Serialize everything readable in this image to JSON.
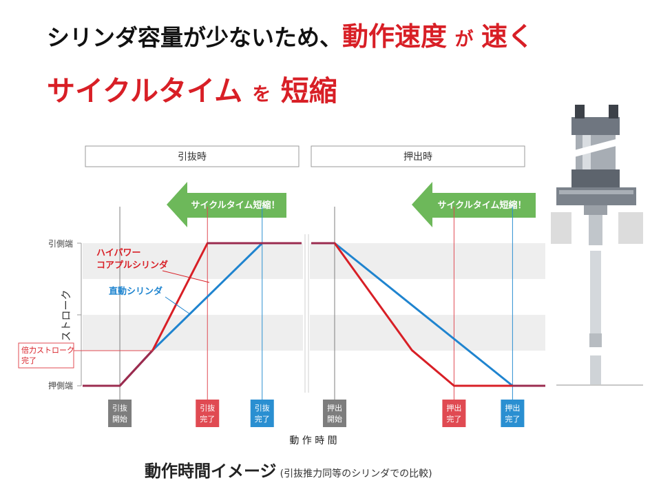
{
  "headline": {
    "line1_a": "シリンダ容量が少ないため、",
    "line1_b": "動作速度",
    "line1_c": "が",
    "line1_d": "速く",
    "line2_a": "サイクルタイム",
    "line2_b": "を",
    "line2_c": "短縮"
  },
  "panels": {
    "left": "引抜時",
    "right": "押出時"
  },
  "arrow_label": "サイクルタイム短縮！",
  "axis": {
    "y_top": "引側端",
    "y_bottom": "押側端",
    "y_title": "ストローク",
    "x_title": "動 作 時 間"
  },
  "legend": {
    "red_1": "ハイパワー",
    "red_2": "コアプルシリンダ",
    "blue": "直動シリンダ",
    "double_1": "倍力ストローク",
    "double_2": "完了"
  },
  "markers": [
    {
      "l1": "引抜",
      "l2": "開始",
      "color": "#7d7d7d"
    },
    {
      "l1": "引抜",
      "l2": "完了",
      "color": "#e04a52"
    },
    {
      "l1": "引抜",
      "l2": "完了",
      "color": "#2a8fd1"
    },
    {
      "l1": "押出",
      "l2": "開始",
      "color": "#7d7d7d"
    },
    {
      "l1": "押出",
      "l2": "完了",
      "color": "#e04a52"
    },
    {
      "l1": "押出",
      "l2": "完了",
      "color": "#2a8fd1"
    }
  ],
  "caption": {
    "main": "動作時間イメージ",
    "note": "(引抜推力同等のシリンダでの比較)"
  },
  "colors": {
    "red": "#d81f26",
    "blue": "#1f84cf",
    "green": "#6db85a",
    "grey": "#7d7d7d"
  },
  "chart_data": {
    "type": "line",
    "xlabel": "動 作 時 間",
    "ylabel": "ストローク",
    "y_ticks": [
      "押側端",
      "引側端"
    ],
    "ylim": [
      0,
      1
    ],
    "panels": [
      {
        "name": "引抜時",
        "series": [
          {
            "name": "ハイパワーコアプルシリンダ",
            "points": [
              [
                0.0,
                0
              ],
              [
                0.17,
                0
              ],
              [
                0.32,
                0.25
              ],
              [
                0.57,
                1
              ],
              [
                1.0,
                1
              ]
            ]
          },
          {
            "name": "直動シリンダ",
            "points": [
              [
                0.0,
                0
              ],
              [
                0.17,
                0
              ],
              [
                0.32,
                0.25
              ],
              [
                0.82,
                1
              ],
              [
                1.0,
                1
              ]
            ]
          }
        ],
        "marker_x": [
          0.17,
          0.57,
          0.82
        ]
      },
      {
        "name": "押出時",
        "series": [
          {
            "name": "ハイパワーコアプルシリンダ",
            "points": [
              [
                0.0,
                1
              ],
              [
                0.1,
                1
              ],
              [
                0.43,
                0.25
              ],
              [
                0.61,
                0
              ],
              [
                1.0,
                0
              ]
            ]
          },
          {
            "name": "直動シリンダ",
            "points": [
              [
                0.0,
                1
              ],
              [
                0.1,
                1
              ],
              [
                0.86,
                0
              ],
              [
                1.0,
                0
              ]
            ]
          }
        ],
        "marker_x": [
          0.1,
          0.61,
          0.86
        ]
      }
    ]
  }
}
